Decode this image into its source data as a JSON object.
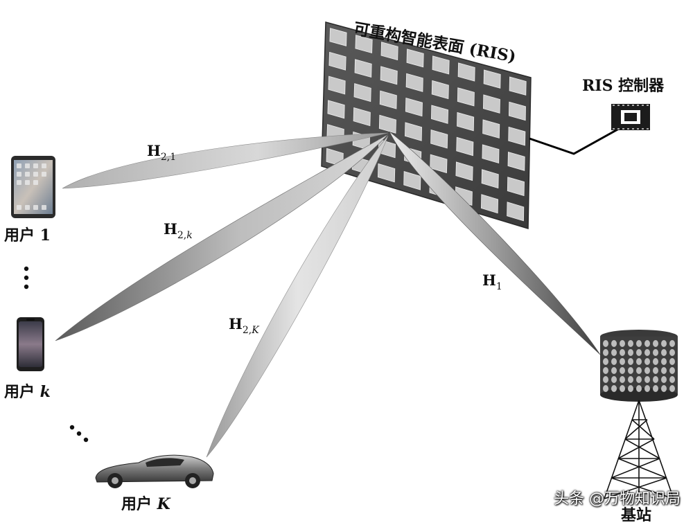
{
  "ris": {
    "title": "可重构智能表面 (RIS)",
    "controller_label": "RIS 控制器"
  },
  "channels": {
    "h21": {
      "main": "H",
      "sub": "2,1"
    },
    "h2k": {
      "main": "H",
      "sub_a": "2,",
      "sub_b": "k"
    },
    "h2K": {
      "main": "H",
      "sub_a": "2,",
      "sub_b": "K"
    },
    "h1": {
      "main": "H",
      "sub": "1"
    }
  },
  "users": {
    "user1": "用户 1",
    "userk_prefix": "用户 ",
    "userk_var": "k",
    "userK_prefix": "用户 ",
    "userK_var": "K"
  },
  "bs_label": "基站",
  "watermark": "头条 @万物知识局"
}
